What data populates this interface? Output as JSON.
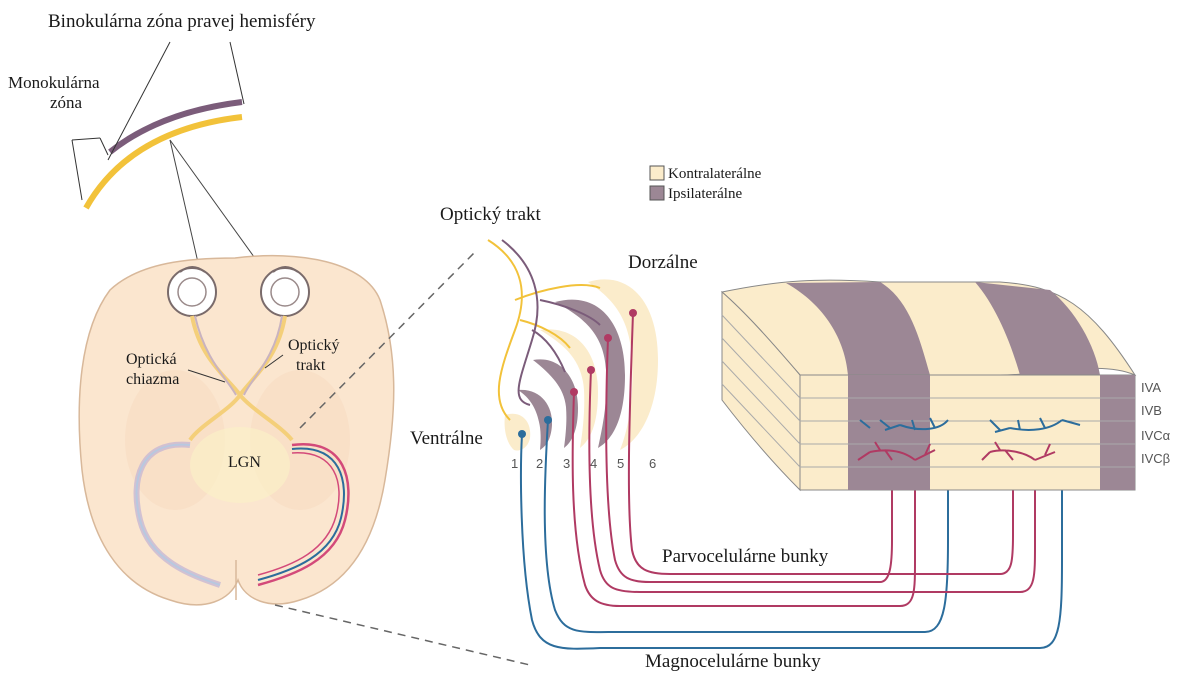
{
  "labels": {
    "binocular_zone": "Binokulárna zóna pravej hemisféry",
    "monocular_zone_line1": "Monokulárna",
    "monocular_zone_line2": "zóna",
    "optic_chiasm_line1": "Optická",
    "optic_chiasm_line2": "chiazma",
    "optic_tract_brain_line1": "Optický",
    "optic_tract_brain_line2": "trakt",
    "lgn": "LGN",
    "optic_tract": "Optický trakt",
    "dorsal": "Dorzálne",
    "ventral": "Ventrálne",
    "parvo": "Parvocelulárne bunky",
    "magno": "Magnocelulárne bunky"
  },
  "legend": [
    {
      "label": "Kontralaterálne",
      "color": "#fbeccb"
    },
    {
      "label": "Ipsilaterálne",
      "color": "#9c8795"
    }
  ],
  "lgn_layers": [
    "1",
    "2",
    "3",
    "4",
    "5",
    "6"
  ],
  "cortex_layers": [
    "IVA",
    "IVB",
    "IVCα",
    "IVCβ"
  ],
  "colors": {
    "contralateral": "#fbeccb",
    "ipsilateral": "#9c8795",
    "parvo": "#b03a63",
    "magno": "#2c6d9c",
    "yellow_fibers": "#f2c23a",
    "purple_fibers": "#7b5c7a",
    "brain": "#fbe6cf"
  }
}
